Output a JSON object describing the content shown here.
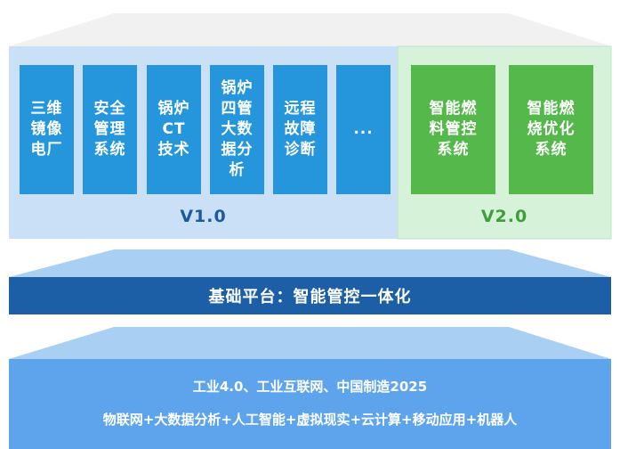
{
  "modules_v1": [
    {
      "label": "三维\n镜像\n电厂"
    },
    {
      "label": "安全\n管理\n系统"
    },
    {
      "label": "锅炉\nCT\n技术"
    },
    {
      "label": "锅炉\n四管\n大数\n据分\n析"
    },
    {
      "label": "远程\n故障\n诊断"
    },
    {
      "label": "..."
    }
  ],
  "modules_v2": [
    {
      "label": "智能燃\n料管控\n系统"
    },
    {
      "label": "智能燃\n烧优化\n系统"
    }
  ],
  "version_v1": "V1.0",
  "version_v2": "V2.0",
  "platform_label": "基础平台：智能管控一体化",
  "base_line1": "工业4.0、工业互联网、中国制造2025",
  "base_line2": "物联网+大数据分析+人工智能+虚拟现实+云计算+移动应用+机器人",
  "colors": {
    "module_blue": "#2596dc",
    "module_green": "#54b84a",
    "panel_v1": "#c9e0f7",
    "panel_v2": "#d6f2d9",
    "platform": "#1c5fa6",
    "base": "#5ea4ec",
    "version_v1_text": "#1f5aa0",
    "version_v2_text": "#3f9e3b"
  }
}
